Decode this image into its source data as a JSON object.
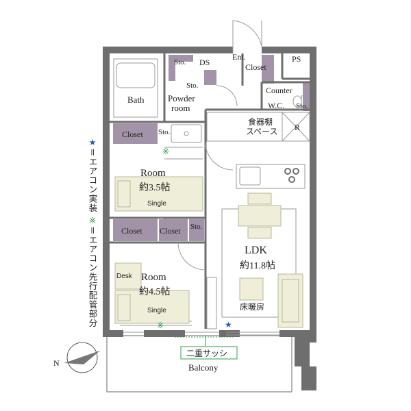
{
  "rooms": {
    "bath": "Bath",
    "sto_top": "Sto.",
    "ds": "DS",
    "sto_mid": "Sto.",
    "powder_1": "Powder",
    "powder_2": "room",
    "ent": "Ent.",
    "closet_ent": "Closet",
    "ps": "PS",
    "counter": "Counter",
    "wc": "W.C.",
    "sto_wc": "Sto.",
    "closet_top": "Closet",
    "sto_closet": "Sto.",
    "shokki_1": "食器棚",
    "shokki_2": "スペース",
    "r": "R",
    "room1": "Room",
    "room1_size": "約3.5帖",
    "single1": "Single",
    "closet_a": "Closet",
    "closet_b": "Closet",
    "sto_room": "Sto.",
    "ldk": "LDK",
    "ldk_size": "約11.8帖",
    "desk": "Desk",
    "room2": "Room",
    "room2_size": "約4.5帖",
    "single2": "Single",
    "yuka": "床暖房",
    "sash": "二重サッシ",
    "balcony": "Balcony",
    "north": "N"
  },
  "legend": {
    "star_mark": "★",
    "star_text": "＝エアコン実装",
    "kome_mark": "※",
    "kome_text": "＝エアコン先行配管部分"
  },
  "colors": {
    "wall": "#6e6e6e",
    "closet": "#a393a8",
    "storage": "#a393a8",
    "furniture": "#eeeed9",
    "furniture_stroke": "#b8b89a",
    "star": "#1f5fbf",
    "kome": "#2aa04a",
    "sash_border": "#2aa04a",
    "shokki_text": "#1f3f9f"
  }
}
